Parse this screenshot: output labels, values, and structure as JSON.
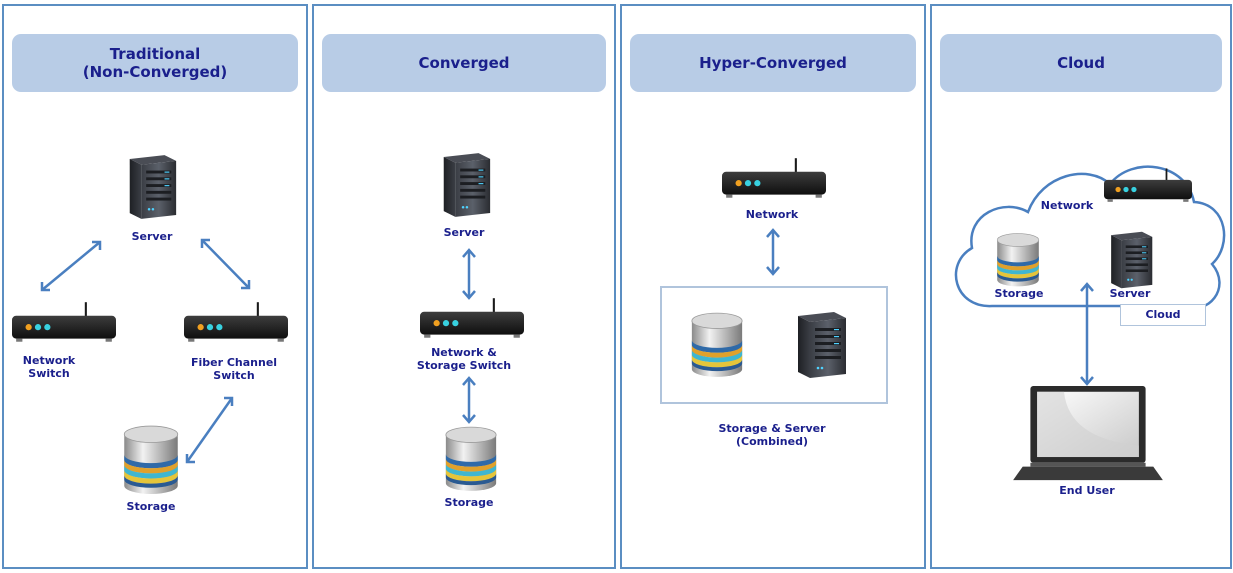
{
  "panels": [
    {
      "title": "Traditional\n(Non-Converged)",
      "labels": {
        "server": "Server",
        "network_switch": "Network\nSwitch",
        "fiber_switch": "Fiber Channel\nSwitch",
        "storage": "Storage"
      }
    },
    {
      "title": "Converged",
      "labels": {
        "server": "Server",
        "switch": "Network &\nStorage Switch",
        "storage": "Storage"
      }
    },
    {
      "title": "Hyper-Converged",
      "labels": {
        "network": "Network",
        "combined": "Storage & Server\n(Combined)"
      }
    },
    {
      "title": "Cloud",
      "labels": {
        "network": "Network",
        "storage": "Storage",
        "server": "Server",
        "cloud": "Cloud",
        "end_user": "End User"
      }
    }
  ],
  "colors": {
    "panel_border": "#5b8ec2",
    "header_bg": "#b8cce6",
    "text": "#1a1f8c",
    "arrow": "#4a7fc0"
  }
}
